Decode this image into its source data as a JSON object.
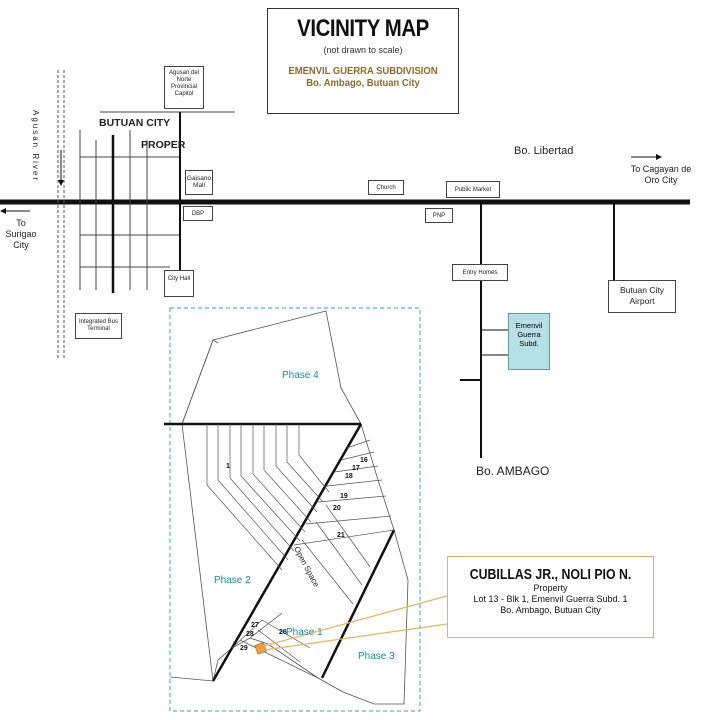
{
  "title": {
    "heading": "VICINITY MAP",
    "note": "(not drawn to scale)",
    "subdivision": "EMENVIL GUERRA SUBDIVISION",
    "location": "Bo. Ambago, Butuan City"
  },
  "places": {
    "butuan_city": "BUTUAN CITY",
    "proper": "PROPER",
    "river": "Agusan River",
    "libertad": "Bo.  Libertad",
    "ambago": "Bo. AMBAGO",
    "to_cdo": "To  Cagayan de Oro City",
    "to_surigao": "To Surigao City"
  },
  "landmarks": {
    "capitol": "Agusan del Norte Provincial Capitol",
    "gaisano": "Gaisano Mall",
    "dbp": "DBP",
    "city_hall": "City Hall",
    "terminal": "Integrated Bus Terminal",
    "church": "Church",
    "public_market": "Public Market",
    "pnp": "PNP",
    "entry_homes": "Entry Homes",
    "airport": "Butuan City Airport",
    "subdivision": "Emenvil Guerra Subd."
  },
  "phases": {
    "phase1": "Phase 1",
    "phase2": "Phase 2",
    "phase3": "Phase 3",
    "phase4": "Phase 4",
    "open_space": "Open Space"
  },
  "lots": [
    "1",
    "16",
    "17",
    "18",
    "19",
    "20",
    "21",
    "26",
    "27",
    "28",
    "29"
  ],
  "owner": {
    "name": "CUBILLAS JR., NOLI PIO N.",
    "property": "Property",
    "lot": "Lot 13 - Blk 1, Emenvil Guerra Subd. 1",
    "address": "Bo. Ambago, Butuan City"
  },
  "colors": {
    "phase_label": "#1e8e96",
    "subd_fill": "#b7e0e6",
    "callout": "#e2b564",
    "lot_highlight": "#f0a040"
  }
}
